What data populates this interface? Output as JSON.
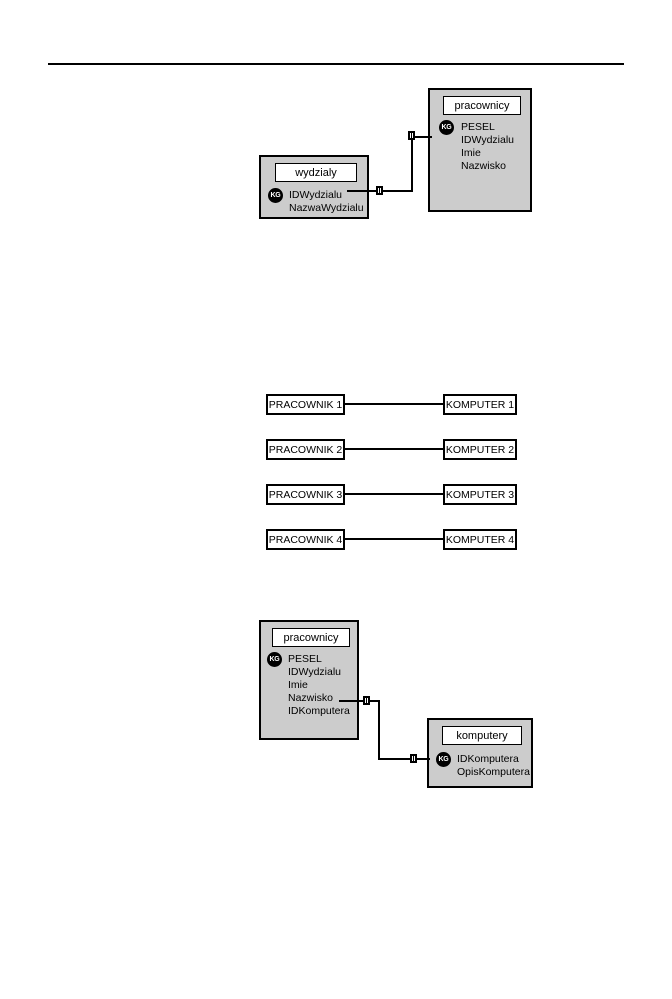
{
  "document": {
    "top_rule": true,
    "diagrams": [
      {
        "id": "diagram-employee-department",
        "entities": [
          {
            "name": "pracownicy",
            "key_icon": "key-badge-icon",
            "key_label": "KG",
            "fields": [
              "PESEL",
              "IDWydzialu",
              "Imie",
              "Nazwisko"
            ]
          },
          {
            "name": "wydzialy",
            "key_icon": "key-badge-icon",
            "key_label": "KG",
            "fields": [
              "IDWydzialu",
              "NazwaWydzialu"
            ]
          }
        ],
        "relationship": {
          "from": "wydzialy.IDWydzialu",
          "to": "pracownicy.IDWydzialu"
        }
      },
      {
        "id": "diagram-employee-computer-instances",
        "pairs": [
          {
            "left": "PRACOWNIK 1",
            "right": "KOMPUTER 1"
          },
          {
            "left": "PRACOWNIK 2",
            "right": "KOMPUTER 2"
          },
          {
            "left": "PRACOWNIK 3",
            "right": "KOMPUTER 3"
          },
          {
            "left": "PRACOWNIK 4",
            "right": "KOMPUTER 4"
          }
        ]
      },
      {
        "id": "diagram-employee-computer-schema",
        "entities": [
          {
            "name": "pracownicy",
            "key_icon": "key-badge-icon",
            "key_label": "KG",
            "fields": [
              "PESEL",
              "IDWydzialu",
              "Imie",
              "Nazwisko",
              "IDKomputera"
            ]
          },
          {
            "name": "komputery",
            "key_icon": "key-badge-icon",
            "key_label": "KG",
            "fields": [
              "IDKomputera",
              "OpisKomputera"
            ]
          }
        ],
        "relationship": {
          "from": "pracownicy.IDKomputera",
          "to": "komputery.IDKomputera"
        }
      }
    ]
  },
  "colors": {
    "entity_fill": "#cccccc",
    "entity_border": "#000000",
    "title_fill": "#ffffff",
    "key_badge_fill": "#000000",
    "key_badge_text": "#ffffff",
    "connector": "#000000"
  }
}
